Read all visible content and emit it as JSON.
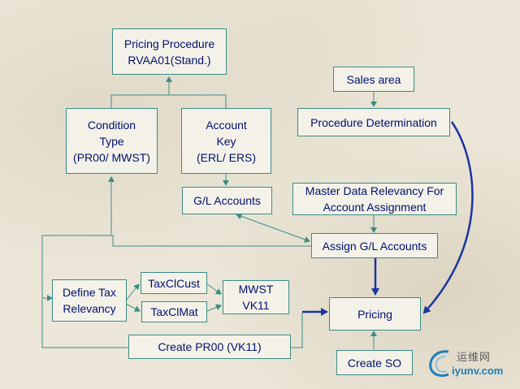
{
  "diagram": {
    "pricing_procedure": {
      "line1": "Pricing Procedure",
      "line2": "RVAA01(Stand.)"
    },
    "condition_type": {
      "line1": "Condition",
      "line2": "Type",
      "line3": "(PR00/ MWST)"
    },
    "account_key": {
      "line1": "Account",
      "line2": "Key",
      "line3": "(ERL/ ERS)"
    },
    "gl_accounts": "G/L Accounts",
    "sales_area": "Sales area",
    "procedure_determination": "Procedure Determination",
    "master_data_relevancy": {
      "line1": "Master Data Relevancy For",
      "line2": "Account Assignment"
    },
    "assign_gl_accounts": "Assign G/L Accounts",
    "define_tax_relevancy": {
      "line1": "Define Tax",
      "line2": "Relevancy"
    },
    "taxclcust": "TaxClCust",
    "taxclmat": "TaxClMat",
    "mwst_vk11": {
      "line1": "MWST",
      "line2": "VK11"
    },
    "pricing": "Pricing",
    "create_pr00": "Create PR00 (VK11)",
    "create_so": "Create SO"
  },
  "watermark": {
    "chinese": "运维网",
    "domain": "iyunv.com"
  },
  "colors": {
    "box_border": "#3a8c86",
    "text": "#001070",
    "thin_line": "#3a8c86",
    "thick_line": "#1b35a0"
  }
}
